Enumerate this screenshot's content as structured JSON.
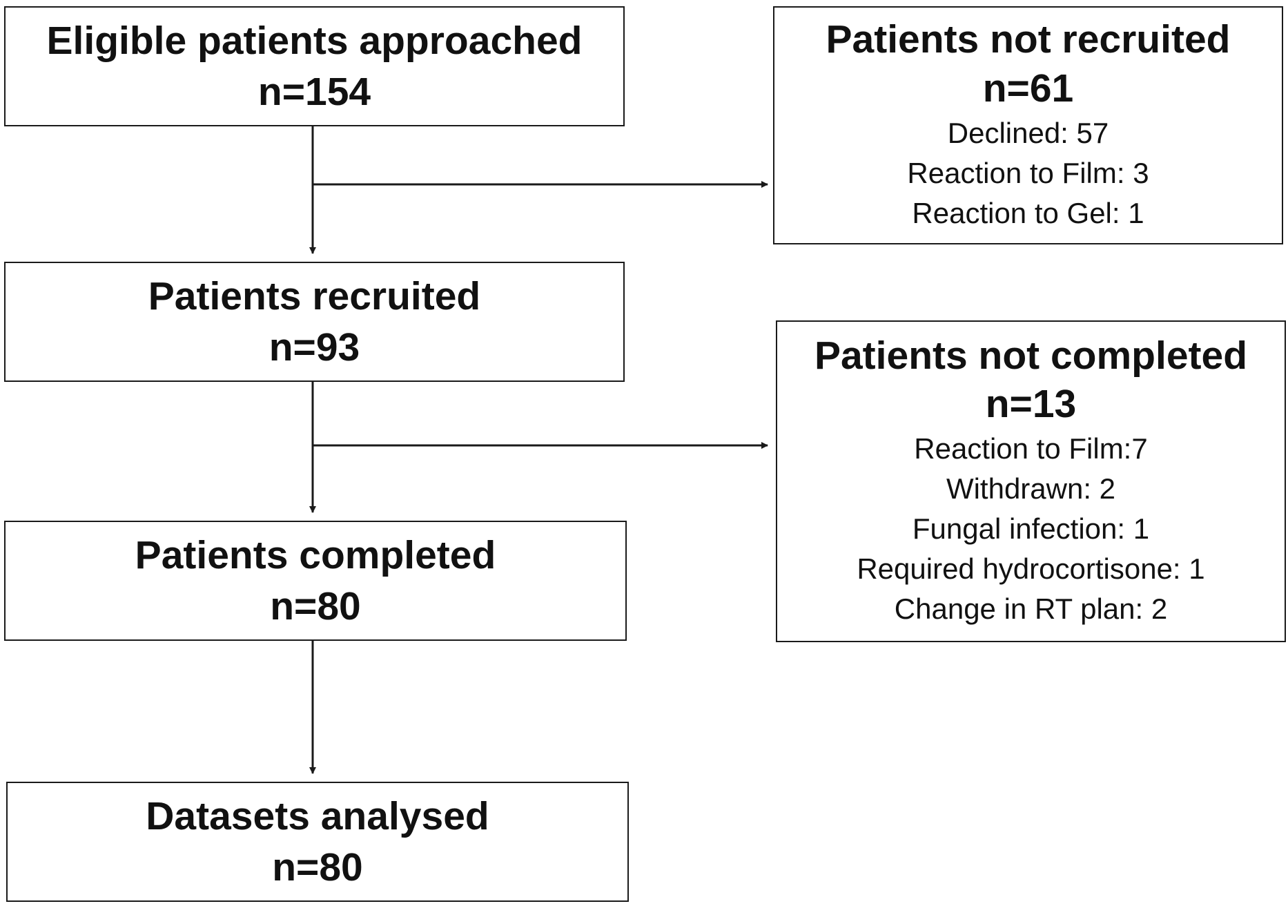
{
  "flow": {
    "approached": {
      "title": "Eligible patients approached",
      "count": "n=154"
    },
    "not_recruited": {
      "title": "Patients not recruited",
      "count": "n=61",
      "reasons": [
        "Declined: 57",
        "Reaction to Film: 3",
        "Reaction to Gel: 1"
      ]
    },
    "recruited": {
      "title": "Patients recruited",
      "count": "n=93"
    },
    "not_completed": {
      "title": "Patients not completed",
      "count": "n=13",
      "reasons": [
        "Reaction to Film:7",
        "Withdrawn: 2",
        "Fungal infection: 1",
        "Required hydrocortisone: 1",
        "Change in RT plan: 2"
      ]
    },
    "completed": {
      "title": "Patients completed",
      "count": "n=80"
    },
    "analysed": {
      "title": "Datasets analysed",
      "count": "n=80"
    }
  }
}
